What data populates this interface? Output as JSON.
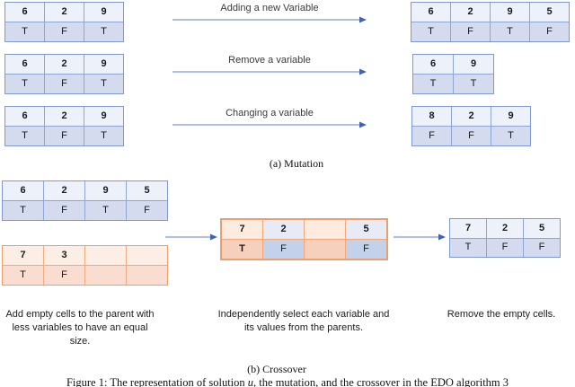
{
  "colors": {
    "blue_border": "#7e99d0",
    "blue_cell_top": "#edf1f9",
    "blue_cell_bottom": "#d4dbee",
    "orange_border": "#eb9f6f",
    "orange_cell_top": "#fdeee5",
    "orange_cell_bottom": "#f9ddd1",
    "arrow_line": "#7e9ad5",
    "arrow_head": "#4264ae"
  },
  "mutation": {
    "section_label": "(a) Mutation",
    "rows": [
      {
        "arrow_label": "Adding a new Variable",
        "source": {
          "vars": [
            "6",
            "2",
            "9"
          ],
          "vals": [
            "T",
            "F",
            "T"
          ]
        },
        "result": {
          "vars": [
            "6",
            "2",
            "9",
            "5"
          ],
          "vals": [
            "T",
            "F",
            "T",
            "F"
          ]
        }
      },
      {
        "arrow_label": "Remove a variable",
        "source": {
          "vars": [
            "6",
            "2",
            "9"
          ],
          "vals": [
            "T",
            "F",
            "T"
          ]
        },
        "result": {
          "vars": [
            "6",
            "9"
          ],
          "vals": [
            "T",
            "T"
          ]
        }
      },
      {
        "arrow_label": "Changing a variable",
        "source": {
          "vars": [
            "6",
            "2",
            "9"
          ],
          "vals": [
            "T",
            "F",
            "T"
          ]
        },
        "result": {
          "vars": [
            "8",
            "2",
            "9"
          ],
          "vals": [
            "F",
            "F",
            "T"
          ]
        }
      }
    ]
  },
  "crossover": {
    "section_label": "(b) Crossover",
    "parent1": {
      "vars": [
        "6",
        "2",
        "9",
        "5"
      ],
      "vals": [
        "T",
        "F",
        "T",
        "F"
      ]
    },
    "parent2": {
      "vars": [
        "7",
        "3",
        "",
        ""
      ],
      "vals": [
        "T",
        "F",
        "",
        ""
      ]
    },
    "intermediate": {
      "vars": [
        "7",
        "2",
        "",
        "5"
      ],
      "vals": [
        "T",
        "F",
        "",
        "F"
      ]
    },
    "offspring": {
      "vars": [
        "7",
        "2",
        "5"
      ],
      "vals": [
        "T",
        "F",
        "F"
      ]
    },
    "step1_caption": "Add empty cells to the parent with less variables to have an equal size.",
    "step2_caption": "Independently select each variable and its values from the parents.",
    "step3_caption": "Remove the empty cells."
  },
  "figure_caption": {
    "prefix": "Figure 1: The representation of solution",
    "variable": "u",
    "suffix": ", the mutation, and the crossover in the EDO algorithm 3"
  }
}
